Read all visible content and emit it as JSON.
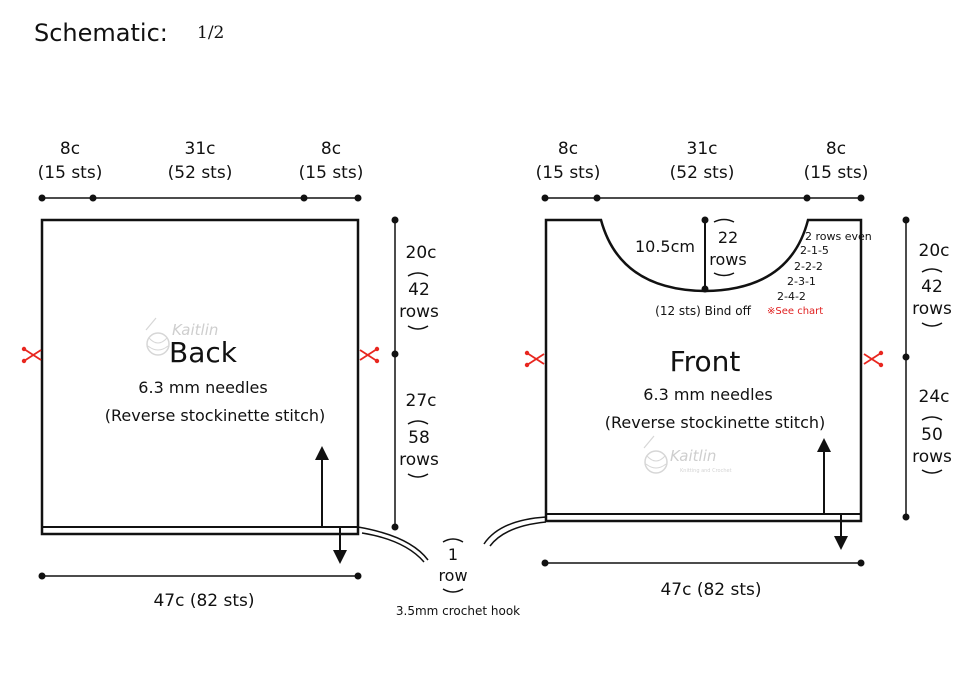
{
  "header": {
    "title": "Schematic:",
    "page": "1/2"
  },
  "back": {
    "top_dims": [
      {
        "cm": "8c",
        "sts": "(15 sts)"
      },
      {
        "cm": "31c",
        "sts": "(52 sts)"
      },
      {
        "cm": "8c",
        "sts": "(15 sts)"
      }
    ],
    "title": "Back",
    "needles": "6.3 mm needles",
    "stitch": "(Reverse stockinette stitch)",
    "right_dims": [
      {
        "cm": "20c",
        "rows_num": "42",
        "rows_word": "rows"
      },
      {
        "cm": "27c",
        "rows_num": "58",
        "rows_word": "rows"
      }
    ],
    "bottom_width": "47c (82 sts)"
  },
  "front": {
    "top_dims": [
      {
        "cm": "8c",
        "sts": "(15 sts)"
      },
      {
        "cm": "31c",
        "sts": "(52 sts)"
      },
      {
        "cm": "8c",
        "sts": "(15 sts)"
      }
    ],
    "title": "Front",
    "needles": "6.3 mm needles",
    "stitch": "(Reverse stockinette stitch)",
    "neck_depth": "10.5cm",
    "neck_rows_num": "22",
    "neck_rows_word": "rows",
    "bind_off": "(12 sts) Bind off",
    "decreases": [
      "2 rows even",
      "2-1-5",
      "2-2-2",
      "2-3-1",
      "2-4-2"
    ],
    "see_chart": "※See chart",
    "right_dims": [
      {
        "cm": "20c",
        "rows_num": "42",
        "rows_word": "rows"
      },
      {
        "cm": "24c",
        "rows_num": "50",
        "rows_word": "rows"
      }
    ],
    "bottom_width": "47c (82 sts)"
  },
  "border": {
    "rows_num": "1",
    "rows_word": "row",
    "hook": "3.5mm crochet hook"
  },
  "watermark": {
    "name": "Kaitlin",
    "sub": "Knitting and Crochet"
  },
  "colors": {
    "line": "#111111",
    "accent": "#e8261f"
  },
  "icons": [
    "scissors-icon",
    "yarn-ball-icon",
    "arrow-up-icon",
    "arrow-down-icon"
  ]
}
